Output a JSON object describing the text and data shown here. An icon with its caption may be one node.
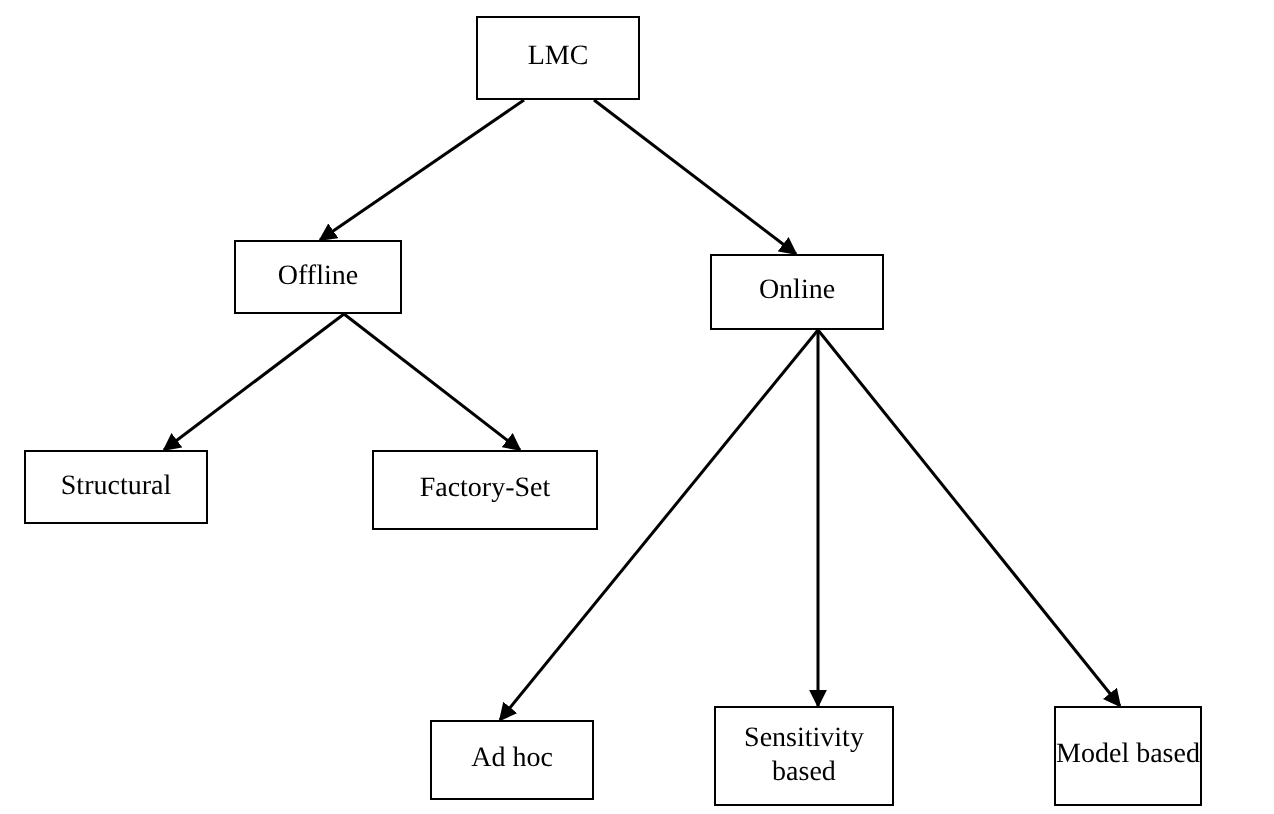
{
  "diagram": {
    "nodes": [
      {
        "text": [
          "LMC"
        ]
      },
      {
        "text": [
          "Offline"
        ]
      },
      {
        "text": [
          "Online"
        ]
      },
      {
        "text": [
          "Structural"
        ]
      },
      {
        "text": [
          "Factory-Set"
        ]
      },
      {
        "text": [
          "Ad hoc"
        ]
      },
      {
        "text": [
          "Sensitivity based"
        ]
      },
      {
        "text": [
          "Model based"
        ]
      }
    ],
    "edges": [
      {
        "from": 0,
        "to": 1,
        "arrow": "to"
      },
      {
        "from": 0,
        "to": 2,
        "arrow": "to"
      },
      {
        "from": 1,
        "to": 3,
        "arrow": "to"
      },
      {
        "from": 1,
        "to": 4,
        "arrow": "to"
      },
      {
        "from": 2,
        "to": 5,
        "arrow": "to"
      },
      {
        "from": 2,
        "to": 6,
        "arrow": "to"
      },
      {
        "from": 2,
        "to": 7,
        "arrow": "to"
      }
    ]
  }
}
